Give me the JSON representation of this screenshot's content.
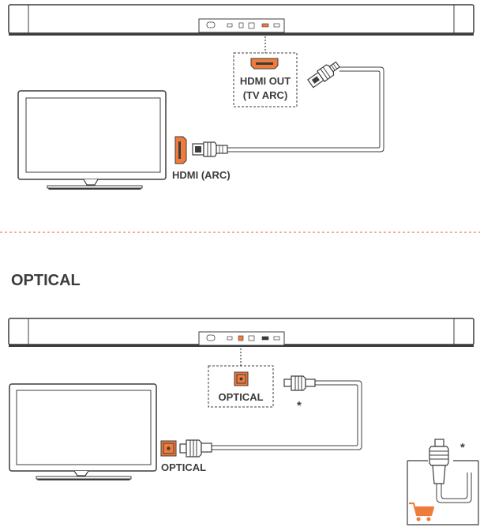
{
  "hdmi_section": {
    "soundbar_port_label_line1": "HDMI OUT",
    "soundbar_port_label_line2": "(TV ARC)",
    "tv_port_label": "HDMI (ARC)"
  },
  "optical_section": {
    "heading": "OPTICAL",
    "soundbar_port_label": "OPTICAL",
    "tv_port_label": "OPTICAL",
    "cable_note_marker": "*",
    "accessory_note_marker": "*"
  },
  "colors": {
    "port_accent": "#f07c3c",
    "divider": "#e8844a",
    "line": "#3c3c3c",
    "label_text": "#3c3c3c"
  },
  "icons": [
    "hdmi-port-icon",
    "hdmi-plug-icon",
    "optical-port-icon",
    "optical-plug-icon",
    "shopping-cart-icon"
  ]
}
